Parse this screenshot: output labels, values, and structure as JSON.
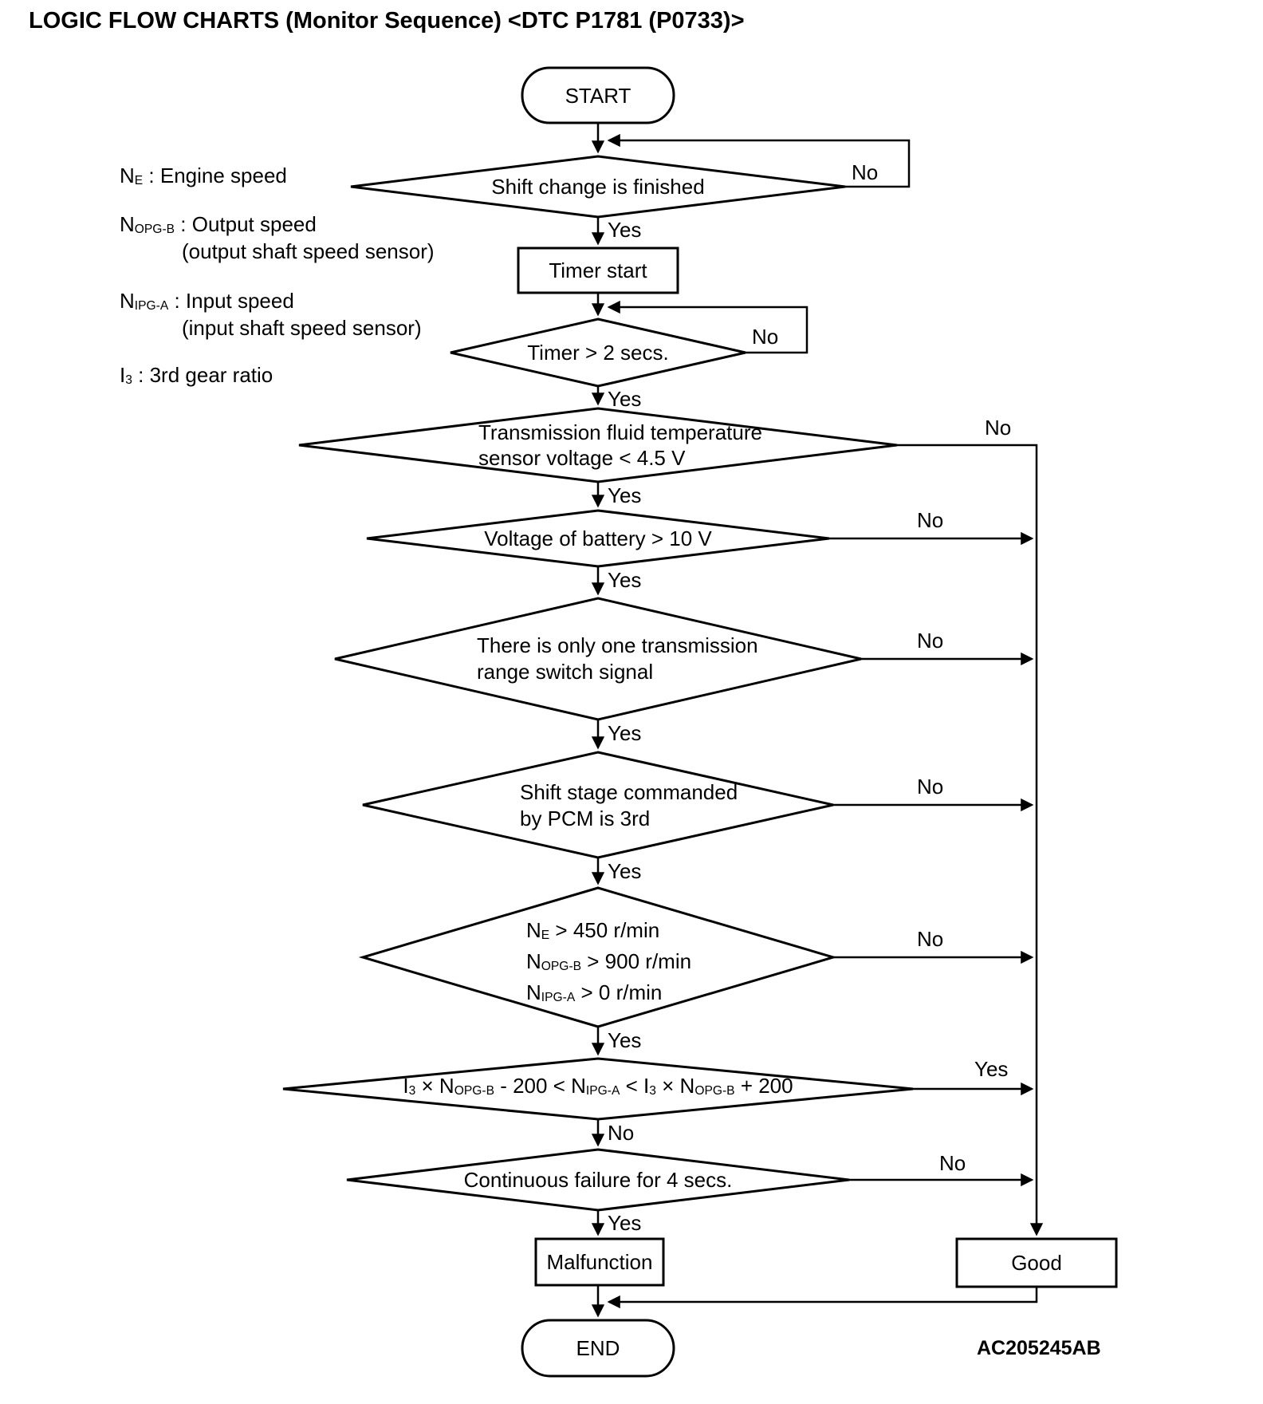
{
  "title": "LOGIC FLOW CHARTS (Monitor Sequence) <DTC P1781 (P0733)>",
  "figure_code": "AC205245AB",
  "labels": {
    "yes": "Yes",
    "no": "No"
  },
  "legend": {
    "engine_speed": [
      {
        "t": "N"
      },
      {
        "s": "E"
      },
      {
        "t": " : Engine speed"
      }
    ],
    "output_speed": [
      {
        "t": "N"
      },
      {
        "s": "OPG-B"
      },
      {
        "t": " : Output speed"
      }
    ],
    "output_speed_note": [
      {
        "t": "(output shaft speed sensor)"
      }
    ],
    "input_speed": [
      {
        "t": "N"
      },
      {
        "s": "IPG-A"
      },
      {
        "t": " : Input speed"
      }
    ],
    "input_speed_note": [
      {
        "t": "(input shaft speed sensor)"
      }
    ],
    "gear_ratio": [
      {
        "t": "I"
      },
      {
        "s": "3"
      },
      {
        "t": " : 3rd gear ratio"
      }
    ]
  },
  "nodes": {
    "start": "START",
    "shift_change": "Shift change is finished",
    "timer_start": "Timer start",
    "timer_check": "Timer > 2 secs.",
    "fluid_temp": {
      "rich_lines": [
        [
          {
            "t": "Transmission fluid temperature"
          }
        ],
        [
          {
            "t": "sensor voltage < 4.5 V"
          }
        ]
      ]
    },
    "battery": "Voltage of battery > 10 V",
    "range_switch": {
      "rich_lines": [
        [
          {
            "t": "There is only one transmission"
          }
        ],
        [
          {
            "t": "range switch signal"
          }
        ]
      ]
    },
    "shift_stage": {
      "rich_lines": [
        [
          {
            "t": "Shift stage commanded"
          }
        ],
        [
          {
            "t": "by PCM is 3rd"
          }
        ]
      ]
    },
    "speeds": {
      "rich_lines": [
        [
          {
            "t": "N"
          },
          {
            "s": "E"
          },
          {
            "t": " > 450 r/min"
          }
        ],
        [
          {
            "t": "N"
          },
          {
            "s": "OPG-B"
          },
          {
            "t": " > 900 r/min"
          }
        ],
        [
          {
            "t": "N"
          },
          {
            "s": "IPG-A"
          },
          {
            "t": " > 0 r/min"
          }
        ]
      ]
    },
    "formula": {
      "rich": [
        {
          "t": "I"
        },
        {
          "s": "3"
        },
        {
          "t": " × N"
        },
        {
          "s": "OPG-B"
        },
        {
          "t": " - 200 < N"
        },
        {
          "s": "IPG-A"
        },
        {
          "t": " < I"
        },
        {
          "s": "3"
        },
        {
          "t": " × N"
        },
        {
          "s": "OPG-B"
        },
        {
          "t": " + 200"
        }
      ]
    },
    "failure": "Continuous failure for 4 secs.",
    "malfunction": "Malfunction",
    "good": "Good",
    "end": "END"
  }
}
